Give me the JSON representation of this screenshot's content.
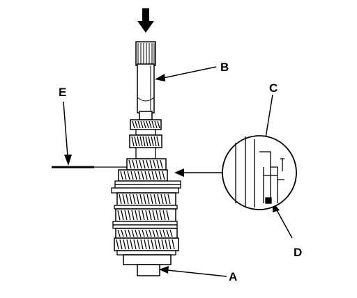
{
  "callouts": {
    "a": "A",
    "b": "B",
    "c": "C",
    "d": "D",
    "e": "E"
  },
  "icons": {
    "press_arrow": "down-arrow-icon"
  },
  "colors": {
    "ink": "#000000",
    "paper": "#ffffff"
  }
}
